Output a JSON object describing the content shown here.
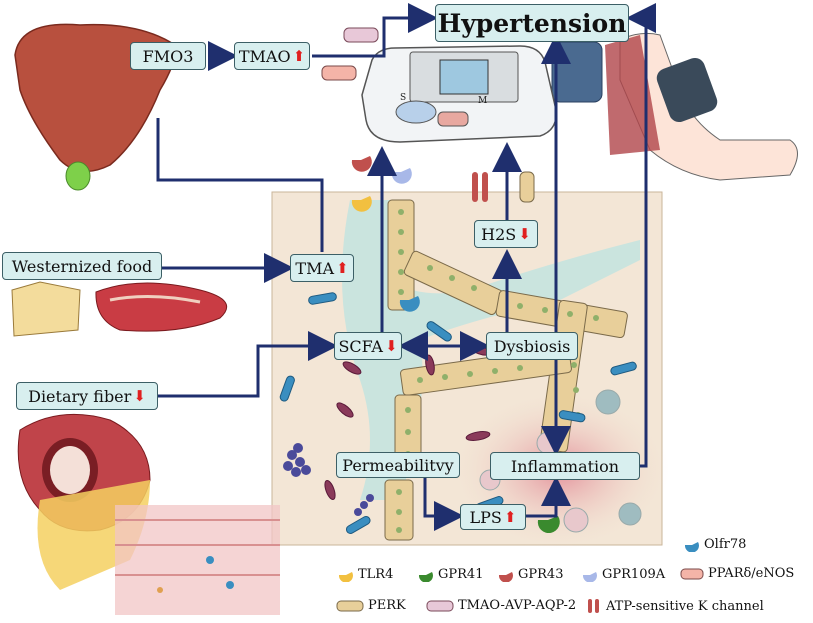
{
  "nodes": {
    "hypertension": "Hypertension",
    "fmo3": "FMO3",
    "tmao": "TMAO",
    "tma": "TMA",
    "westernized_food": "Westernized food",
    "scfa": "SCFA",
    "dysbiosis": "Dysbiosis",
    "h2s": "H2S",
    "dietary_fiber": "Dietary fiber",
    "permeability": "Permeabilitvy",
    "inflammation": "Inflammation",
    "lps": "LPS"
  },
  "arrows": {
    "up": "⬆",
    "down": "⬇"
  },
  "legend": {
    "olfr78": "Olfr78",
    "tlr4": "TLR4",
    "gpr41": "GPR41",
    "gpr43": "GPR43",
    "gpr109a": "GPR109A",
    "ppar": "PPARδ/eNOS",
    "perk": "PERK",
    "tmao_avp": "TMAO-AVP-AQP-2",
    "atp_k": "ATP-sensitive K channel"
  },
  "bp_monitor": {
    "mode_s": "S",
    "mode_m": "M"
  },
  "colors": {
    "node_fill": "#d8efef",
    "arrow_line": "#1f2f6e",
    "up_arrow": "#e02020",
    "gut_panel": "#f3e6d6",
    "tlr4": "#f2c040",
    "gpr41": "#3a8a2e",
    "gpr43": "#c0504d",
    "gpr109a": "#a8b8e8",
    "olfr78": "#3a8ec0"
  }
}
